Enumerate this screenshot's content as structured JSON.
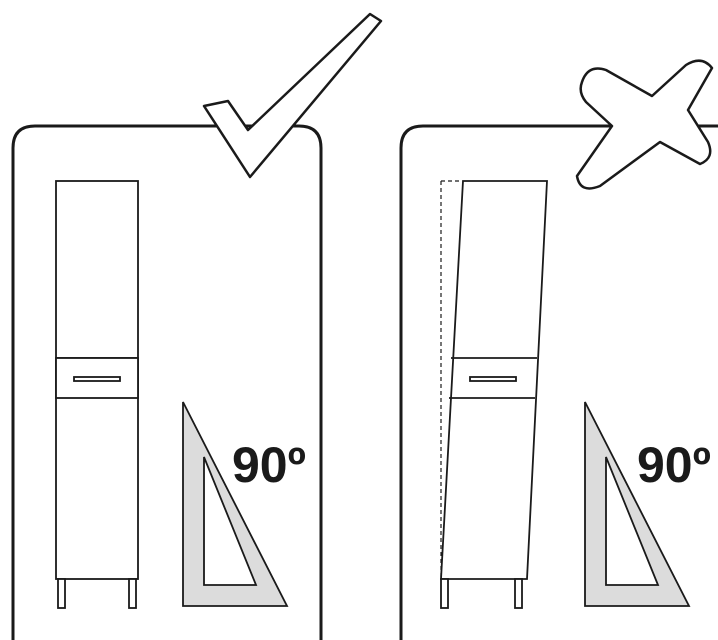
{
  "panels": [
    {
      "name": "correct",
      "angle_label": "90º",
      "verdict_icon": "checkmark-icon"
    },
    {
      "name": "incorrect",
      "angle_label": "90º",
      "verdict_icon": "cross-icon"
    }
  ],
  "colors": {
    "line": "#1a1a1a",
    "square_fill": "#dcdcdc",
    "background": "#ffffff"
  }
}
